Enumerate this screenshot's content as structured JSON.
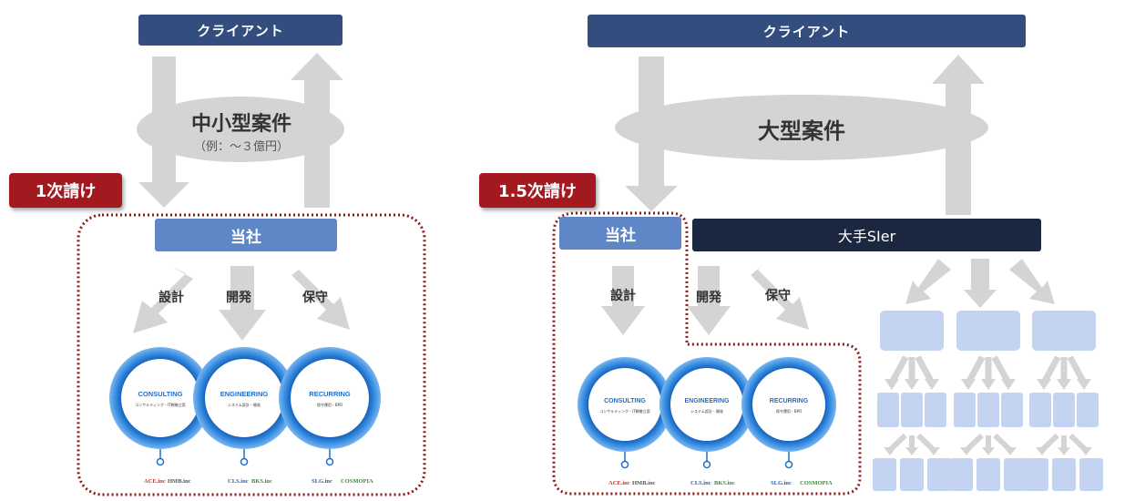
{
  "left": {
    "client": "クライアント",
    "case_title": "中小型案件",
    "case_sub": "（例：～３億円）",
    "badge": "1次請け",
    "company": "当社",
    "phases": [
      "設計",
      "開発",
      "保守"
    ],
    "rings": [
      {
        "title": "CONSULTING",
        "sub": "コンサルティング・IT戦略立案"
      },
      {
        "title": "ENGINEERING",
        "sub": "システム設計・開発"
      },
      {
        "title": "RECURRING",
        "sub": "保守運用・BPO"
      }
    ],
    "logos": [
      "ACE.inc",
      "HMB.inc",
      "CLS.inc",
      "BKS.inc",
      "SLG.inc",
      "COSMOPIA"
    ]
  },
  "right": {
    "client": "クライアント",
    "case_title": "大型案件",
    "badge": "1.5次請け",
    "company": "当社",
    "partner": "大手SIer",
    "phases": [
      "設計",
      "開発",
      "保守"
    ],
    "rings": [
      {
        "title": "CONSULTING",
        "sub": "コンサルティング・IT戦略立案"
      },
      {
        "title": "ENGINEERING",
        "sub": "システム設計・開発"
      },
      {
        "title": "RECURRING",
        "sub": "保守運用・BPO"
      }
    ],
    "logos": [
      "ACE.inc",
      "HMB.inc",
      "CLS.inc",
      "BKS.inc",
      "SLG.inc",
      "COSMOPIA"
    ]
  },
  "colors": {
    "client": "#324d7e",
    "company": "#5f86c6",
    "partner": "#1b2640",
    "badge": "#a31920",
    "dotted_outline": "#8b1a1a",
    "arrow_gray": "#d4d4d4",
    "tree_box": "#c5d3f2",
    "ring_blue": "#1f6fc9"
  }
}
